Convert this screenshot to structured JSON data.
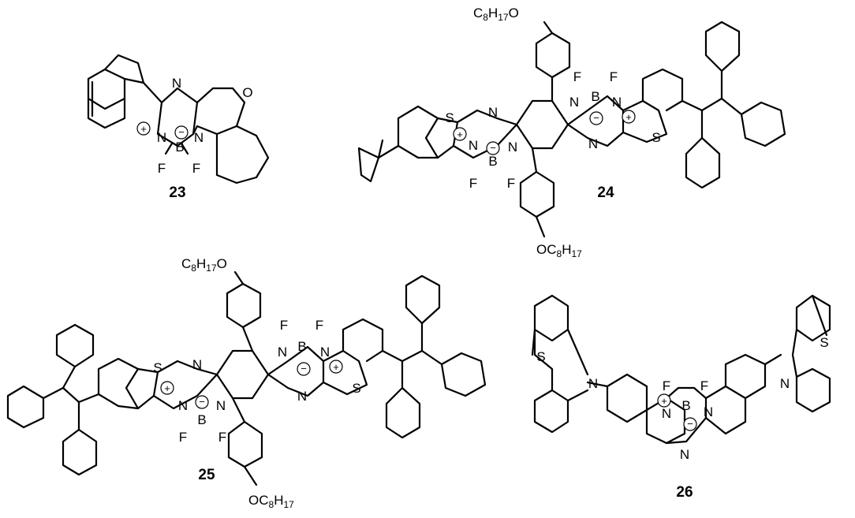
{
  "compounds": [
    {
      "label": "23"
    },
    {
      "label": "24",
      "substituents": [
        "C8H17O",
        "OC8H17"
      ]
    },
    {
      "label": "25",
      "substituents": [
        "C8H17O",
        "OC8H17"
      ]
    },
    {
      "label": "26"
    }
  ],
  "atoms": {
    "n": "N",
    "b": "B",
    "f": "F",
    "s": "S",
    "o": "O"
  },
  "charges": {
    "plus": "+",
    "minus": "−"
  },
  "groups": {
    "c8": "C",
    "c8_sub": "8",
    "h17": "H",
    "h17_sub": "17",
    "o": "O"
  }
}
